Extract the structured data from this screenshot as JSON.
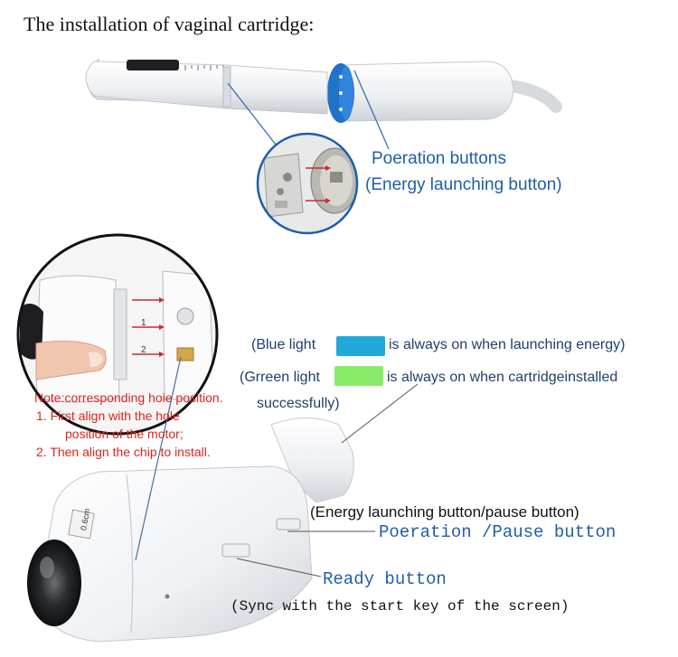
{
  "heading": "The installation of vaginal cartridge:",
  "top_callout": {
    "line1": "Poeration buttons",
    "line2": "(Energy launching button)"
  },
  "lights": {
    "blue_prefix": "(Blue light",
    "blue_suffix": "is always on when launching energy)",
    "blue_color": "#23a8dc",
    "green_prefix": "(Grreen light",
    "green_suffix": "is always on when cartridgeinstalled",
    "green_tail": "successfully)",
    "green_color": "#86ec6a"
  },
  "note": {
    "header": "Note:corresponding hoie position.",
    "step1a": "1.  First align with the hole",
    "step1b": "position of the motor;",
    "step2": "2.  Then align the chip to install."
  },
  "inset_numbers": {
    "n1": "1",
    "n2": "2"
  },
  "device_label": "0.6cm",
  "bottom": {
    "energy_pause": "(Energy launching button/pause button)",
    "operation_pause": "Poeration /Pause button",
    "ready": "Ready button",
    "sync": "(Sync with the start key of the screen)"
  },
  "colors": {
    "accent_blue": "#1f5ea8",
    "leader_blue": "#3b6fb0",
    "ring_blue": "#1f73c9",
    "note_red": "#d7261e"
  }
}
